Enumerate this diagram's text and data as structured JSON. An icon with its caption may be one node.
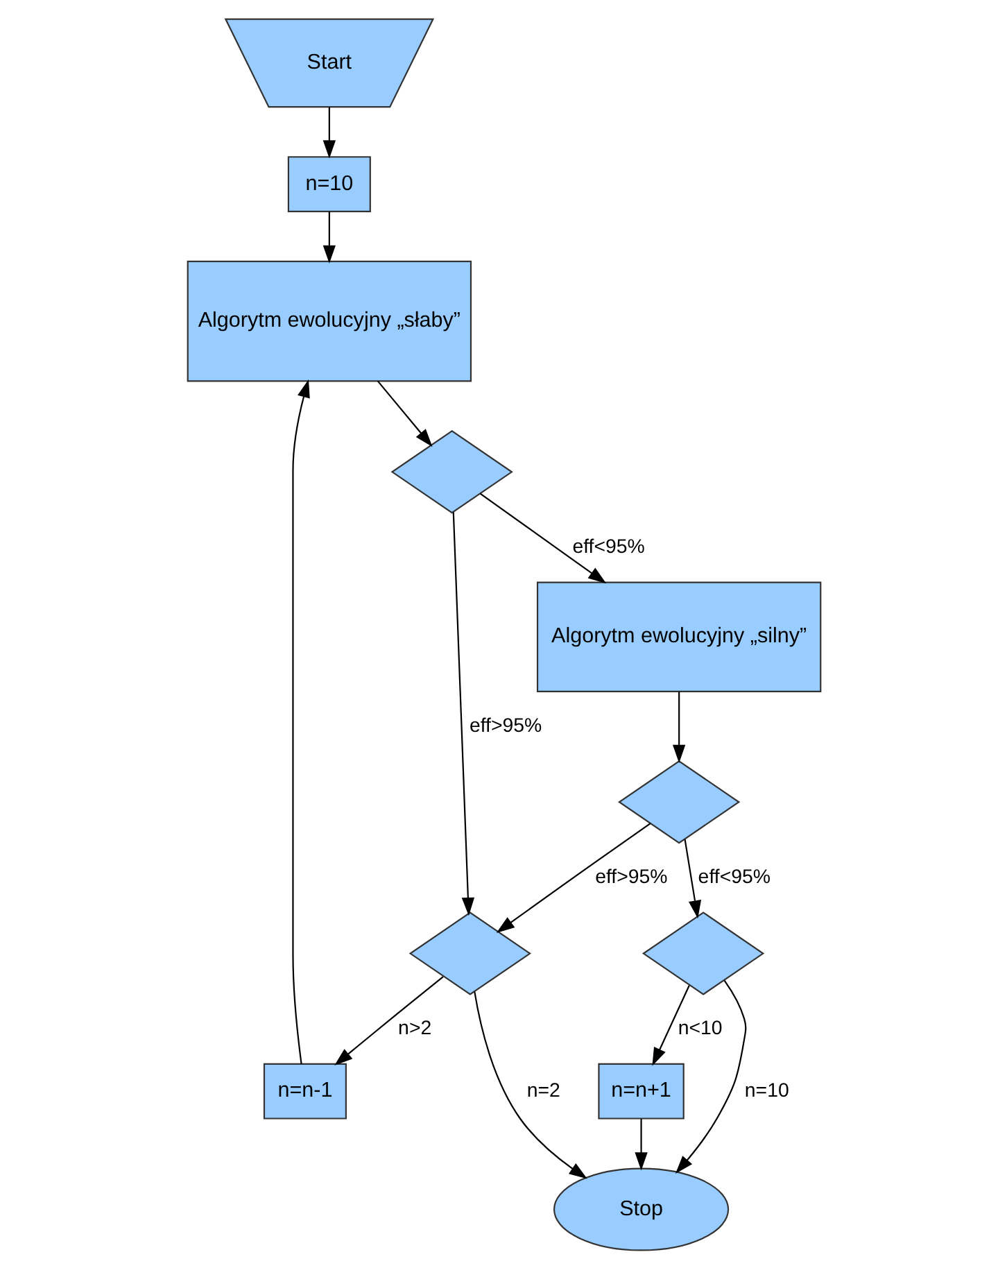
{
  "diagram": {
    "nodes": [
      {
        "text": [
          "Start"
        ]
      },
      {
        "text": [
          "n=10"
        ]
      },
      {
        "text": [
          "Algorytm ewolucyjny „słaby”"
        ]
      },
      {
        "text": [],
        "shape": "diamond"
      },
      {
        "text": [
          "Algorytm ewolucyjny „silny”"
        ]
      },
      {
        "text": [
          "n=n-1"
        ]
      },
      {
        "text": [],
        "shape": "diamond"
      },
      {
        "text": [],
        "shape": "diamond"
      },
      {
        "text": [
          "n=n+1"
        ]
      },
      {
        "text": [],
        "shape": "diamond"
      },
      {
        "text": [
          "Stop"
        ]
      }
    ],
    "edges": [
      {
        "from": 0,
        "to": 1,
        "arrow": "to"
      },
      {
        "from": 1,
        "to": 2,
        "arrow": "to"
      },
      {
        "from": 2,
        "to": 3,
        "arrow": "to"
      },
      {
        "from": 3,
        "to": 4,
        "arrow": "to",
        "label": "eff<95%"
      },
      {
        "from": 3,
        "to": 6,
        "arrow": "to",
        "label": "eff>95%"
      },
      {
        "from": 6,
        "to": 5,
        "arrow": "to",
        "label": "n>2"
      },
      {
        "from": 5,
        "to": 2,
        "arrow": "to"
      },
      {
        "from": 6,
        "to": 10,
        "arrow": "to",
        "label": "n=2"
      },
      {
        "from": 4,
        "to": 7,
        "arrow": "to"
      },
      {
        "from": 7,
        "to": 6,
        "arrow": "to",
        "label": "eff>95%"
      },
      {
        "from": 7,
        "to": 9,
        "arrow": "to",
        "label": "eff<95%"
      },
      {
        "from": 9,
        "to": 8,
        "arrow": "to",
        "label": "n<10"
      },
      {
        "from": 8,
        "to": 10,
        "arrow": "to"
      },
      {
        "from": 9,
        "to": 10,
        "arrow": "to",
        "label": "n=10"
      }
    ]
  }
}
